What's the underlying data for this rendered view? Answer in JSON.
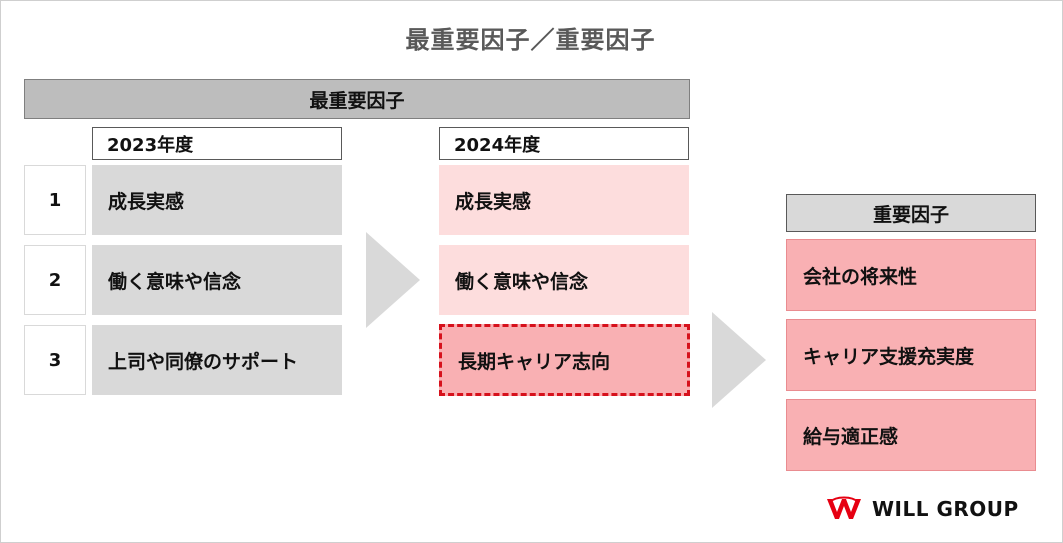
{
  "title": "最重要因子／重要因子",
  "most_important": {
    "header": "最重要因子",
    "ranks": [
      "1",
      "2",
      "3"
    ],
    "year_2023": {
      "label": "2023年度",
      "items": [
        "成長実感",
        "働く意味や信念",
        "上司や同僚のサポート"
      ]
    },
    "year_2024": {
      "label": "2024年度",
      "items": [
        "成長実感",
        "働く意味や信念",
        "長期キャリア志向"
      ]
    }
  },
  "important": {
    "header": "重要因子",
    "items": [
      "会社の将来性",
      "キャリア支援充実度",
      "給与適正感"
    ]
  },
  "logo": {
    "text": "WILL GROUP",
    "icon": "will-group-mark"
  },
  "colors": {
    "header_grey": "#bdbdbd",
    "item_grey": "#d9d9d9",
    "item_pink": "#fddddd",
    "item_pink_strong": "#f9b0b3",
    "highlight_dash": "#d6111c",
    "arrow": "#d9d9d9",
    "logo_red": "#e60012"
  }
}
